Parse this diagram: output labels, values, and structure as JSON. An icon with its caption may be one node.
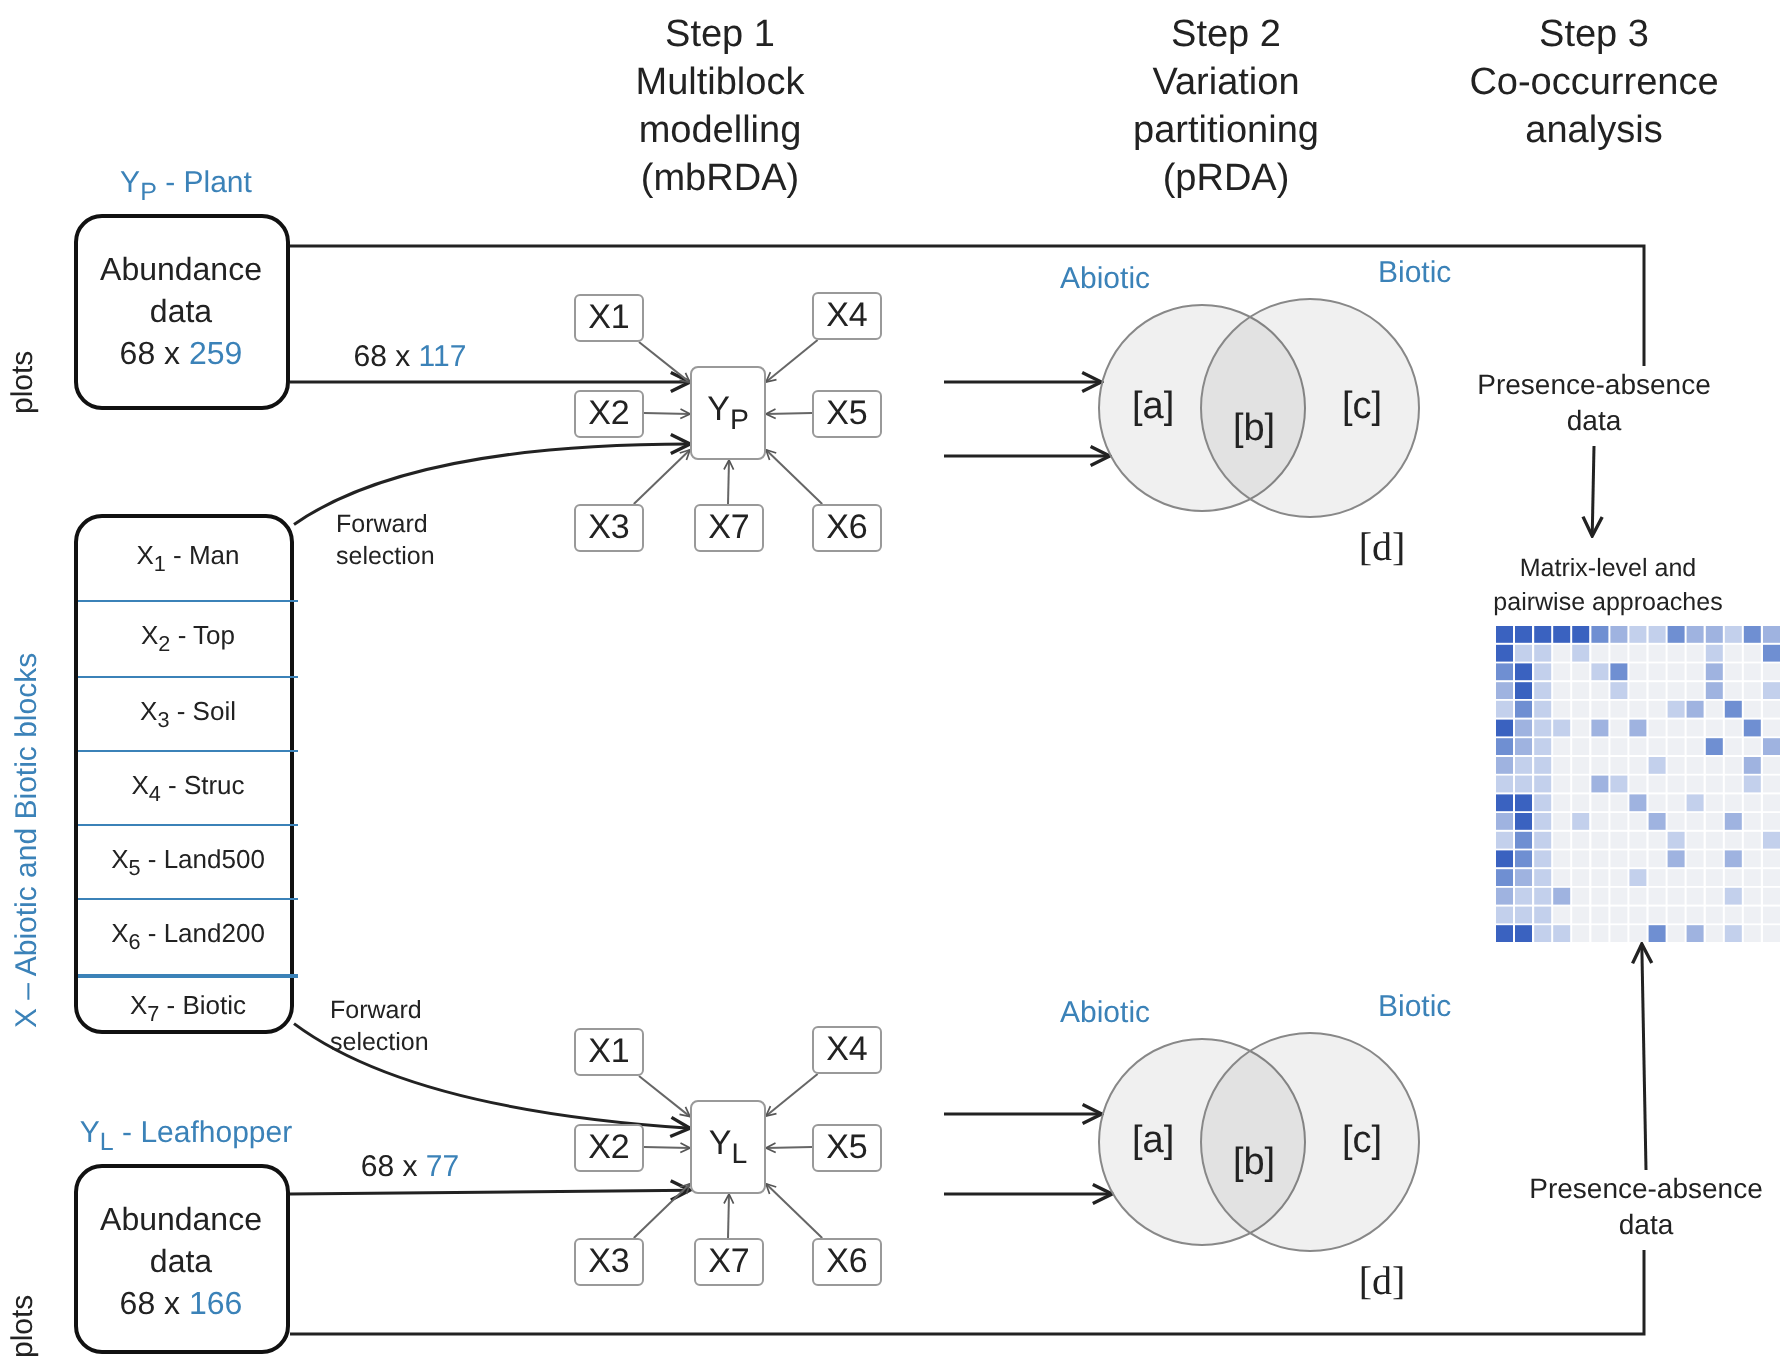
{
  "diagram": {
    "nodes": [
      {
        "text": [
          "Y$_{P}$ - Plant",
          "Abundance data 68 x 259"
        ],
        "beside": [
          "plots"
        ]
      },
      {
        "text": [
          "X – Abiotic and Biotic blocks"
        ]
      },
      {
        "text": [
          "X$_{1}$ - Man"
        ],
        "in": 1
      },
      {
        "text": [
          "X$_{2}$ - Top"
        ],
        "in": 1
      },
      {
        "text": [
          "X$_{3}$ - Soil"
        ],
        "in": 1
      },
      {
        "text": [
          "X$_{4}$ - Struc"
        ],
        "in": 1
      },
      {
        "text": [
          "X$_{5}$ - Land500"
        ],
        "in": 1
      },
      {
        "text": [
          "X$_{6}$ - Land200"
        ],
        "in": 1
      },
      {
        "text": [
          "X$_{7}$ - Biotic"
        ],
        "in": 1
      },
      {
        "text": [
          "Y$_{L}$ - Leafhopper",
          "Abundance data 68 x 166"
        ],
        "beside": [
          "plots"
        ]
      },
      {
        "text": [
          "X1"
        ]
      },
      {
        "text": [
          "X4"
        ]
      },
      {
        "text": [
          "X2"
        ]
      },
      {
        "text": [
          "Y$_{P}$"
        ]
      },
      {
        "text": [
          "X5"
        ]
      },
      {
        "text": [
          "X3"
        ]
      },
      {
        "text": [
          "X7"
        ]
      },
      {
        "text": [
          "X6"
        ]
      },
      {
        "text": [
          "Abiotic",
          "[a]"
        ]
      },
      {
        "text": [
          "Biotic",
          "[c]"
        ]
      },
      {
        "text": [
          "Presence-absence data"
        ]
      },
      {
        "text": [
          "Matrix-level and pairwise approaches"
        ]
      },
      {
        "text": [
          "Presence-absence data"
        ]
      },
      {
        "text": [
          "X1"
        ]
      },
      {
        "text": [
          "X4"
        ]
      },
      {
        "text": [
          "X2"
        ]
      },
      {
        "text": [
          "Y$_{L}$"
        ]
      },
      {
        "text": [
          "X5"
        ]
      },
      {
        "text": [
          "X3"
        ]
      },
      {
        "text": [
          "X7"
        ]
      },
      {
        "text": [
          "X6"
        ]
      },
      {
        "text": [
          "Abiotic",
          "[a]"
        ]
      },
      {
        "text": [
          "Biotic",
          "[c]"
        ]
      }
    ],
    "edges": [
      {
        "from": 0,
        "to": 20,
        "arrow": "none"
      },
      {
        "from": 0,
        "to": 13,
        "arrow": "to",
        "label": "68 x 117"
      },
      {
        "from": 1,
        "to": 13,
        "arrow": "to",
        "label": "Forward selection"
      },
      {
        "from": 10,
        "to": 13,
        "arrow": "to"
      },
      {
        "from": 12,
        "to": 13,
        "arrow": "to"
      },
      {
        "from": 15,
        "to": 13,
        "arrow": "to"
      },
      {
        "from": 11,
        "to": 13,
        "arrow": "to"
      },
      {
        "from": 14,
        "to": 13,
        "arrow": "to"
      },
      {
        "from": 17,
        "to": 13,
        "arrow": "to"
      },
      {
        "from": 16,
        "to": 13,
        "arrow": "to"
      },
      {
        "from": null,
        "to": 18,
        "arrow": "to"
      },
      {
        "from": null,
        "to": 18,
        "arrow": "to"
      },
      {
        "from": 20,
        "to": 21,
        "arrow": "to"
      },
      {
        "from": 22,
        "to": 21,
        "arrow": "to"
      },
      {
        "from": 9,
        "to": 22,
        "arrow": "none"
      },
      {
        "from": 9,
        "to": 26,
        "arrow": "to",
        "label": "68 x 77"
      },
      {
        "from": 1,
        "to": 26,
        "arrow": "to",
        "label": "Forward selection"
      },
      {
        "from": 23,
        "to": 26,
        "arrow": "to"
      },
      {
        "from": 25,
        "to": 26,
        "arrow": "to"
      },
      {
        "from": 28,
        "to": 26,
        "arrow": "to"
      },
      {
        "from": 24,
        "to": 26,
        "arrow": "to"
      },
      {
        "from": 27,
        "to": 26,
        "arrow": "to"
      },
      {
        "from": 30,
        "to": 26,
        "arrow": "to"
      },
      {
        "from": 29,
        "to": 26,
        "arrow": "to"
      },
      {
        "from": null,
        "to": 31,
        "arrow": "to"
      },
      {
        "from": null,
        "to": 31,
        "arrow": "to"
      }
    ],
    "labels": [
      "Step 1 Multiblock modelling (mbRDA)",
      "Step 2 Variation partitioning (pRDA)",
      "Step 3 Co-occurrence analysis",
      "[b]",
      "[d]",
      "[b]",
      "[d]"
    ]
  }
}
